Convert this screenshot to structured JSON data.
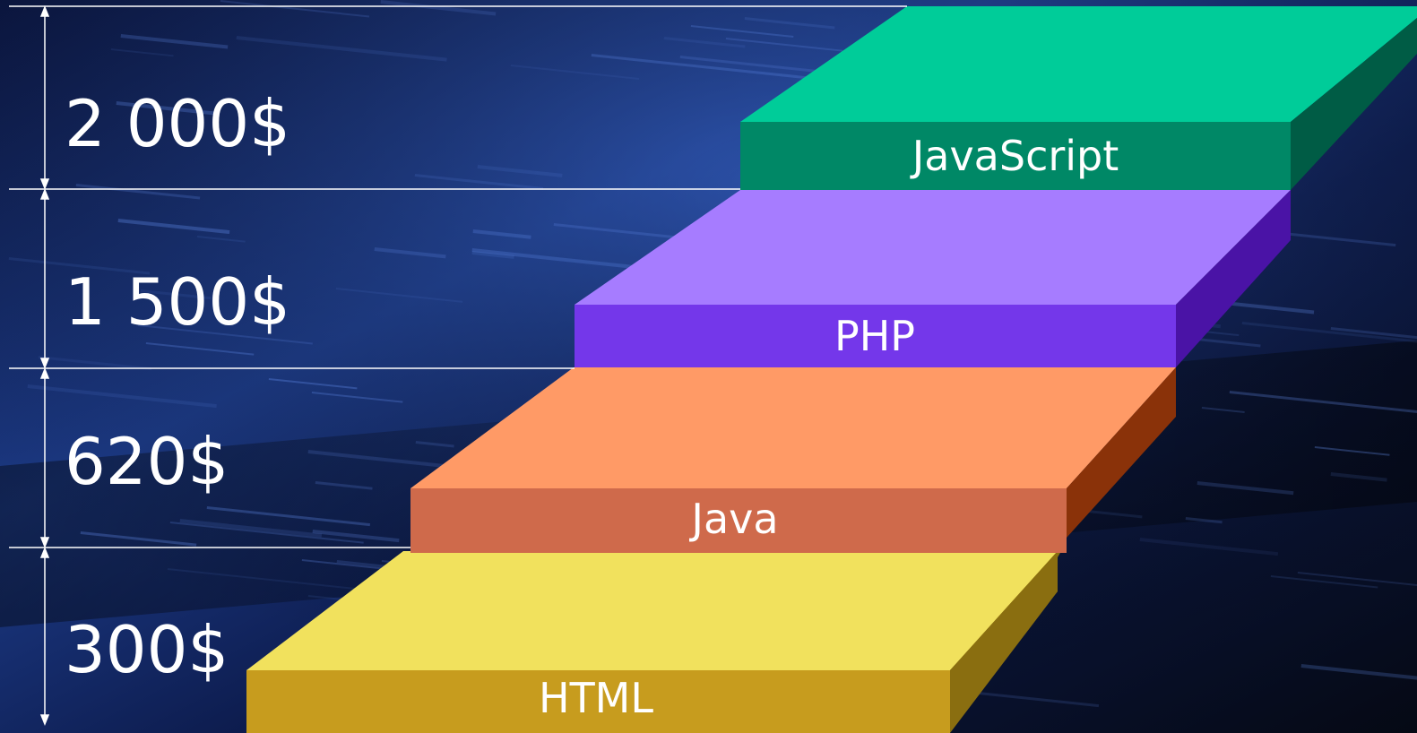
{
  "levels": [
    {
      "price": "2 000$",
      "language": "JavaScript",
      "colors": {
        "top": "#00cc99",
        "front": "#008866",
        "side": "#005c45"
      }
    },
    {
      "price": "1 500$",
      "language": "PHP",
      "colors": {
        "top": "#a67cff",
        "front": "#7437ea",
        "side": "#4a13a6"
      }
    },
    {
      "price": "620$",
      "language": "Java",
      "colors": {
        "top": "#ff9a66",
        "front": "#cf6a4b",
        "side": "#8a3209"
      }
    },
    {
      "price": "300$",
      "language": "HTML",
      "colors": {
        "top": "#f1e15d",
        "front": "#c79c1e",
        "side": "#8a6e10"
      }
    }
  ],
  "background": {
    "base": "#050a1e",
    "accent": "#1a3f8f"
  }
}
